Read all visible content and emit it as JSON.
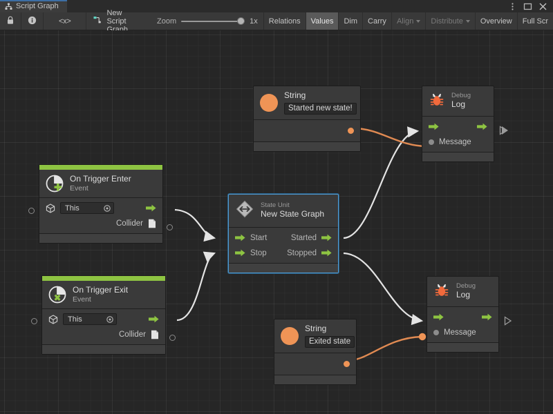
{
  "window": {
    "tab_label": "Script Graph",
    "tab_icon": "graph-hierarchy-icon",
    "controls": [
      {
        "name": "kebab-menu-icon",
        "glyph": "⋮"
      },
      {
        "name": "maximize-icon",
        "glyph": "□"
      },
      {
        "name": "close-icon",
        "glyph": "✕"
      }
    ]
  },
  "toolbar": {
    "lock_icon": "lock-icon",
    "info_icon": "info-icon",
    "code_icon": "code-icon",
    "code_label": "<x>",
    "graph_name": "New Script Graph",
    "graph_icon": "script-graph-icon",
    "zoom_label": "Zoom",
    "zoom_value": "1x",
    "menus": [
      {
        "label": "Relations",
        "state": "normal",
        "caret": false
      },
      {
        "label": "Values",
        "state": "active",
        "caret": false
      },
      {
        "label": "Dim",
        "state": "normal",
        "caret": false
      },
      {
        "label": "Carry",
        "state": "normal",
        "caret": false
      },
      {
        "label": "Align",
        "state": "dim",
        "caret": true
      },
      {
        "label": "Distribute",
        "state": "dim",
        "caret": true
      },
      {
        "label": "Overview",
        "state": "normal",
        "caret": false
      },
      {
        "label": "Full Scr",
        "state": "normal",
        "caret": false
      }
    ]
  },
  "colors": {
    "accent_green": "#8ec442",
    "port_green": "#8ec442",
    "data_orange": "#ef9456",
    "selection_blue": "#4f9bd4",
    "tab_accent": "#3d6ea5",
    "canvas_bg": "#262626",
    "node_bg": "#3a3a3a"
  },
  "nodes": {
    "string_top": {
      "title": "String",
      "icon": "string-circle-icon",
      "value": "Started new state!"
    },
    "debug_log_top": {
      "kicker": "Debug",
      "title": "Log",
      "icon": "bug-icon",
      "input_label": "Message"
    },
    "on_trigger_enter": {
      "title": "On Trigger Enter",
      "subtitle": "Event",
      "icon": "event-plus-icon",
      "target_value": "This",
      "target_icon": "cube-icon",
      "output_label": "Collider",
      "output_icon": "document-icon"
    },
    "state_unit": {
      "kicker": "State Unit",
      "title": "New State Graph",
      "icon": "state-unit-icon",
      "inputs": [
        "Start",
        "Stop"
      ],
      "outputs": [
        "Started",
        "Stopped"
      ],
      "selected": true
    },
    "on_trigger_exit": {
      "title": "On Trigger Exit",
      "subtitle": "Event",
      "icon": "event-cross-icon",
      "target_value": "This",
      "target_icon": "cube-icon",
      "output_label": "Collider",
      "output_icon": "document-icon"
    },
    "string_bottom": {
      "title": "String",
      "icon": "string-circle-icon",
      "value": "Exited state"
    },
    "debug_log_bottom": {
      "kicker": "Debug",
      "title": "Log",
      "icon": "bug-icon",
      "input_label": "Message"
    }
  }
}
